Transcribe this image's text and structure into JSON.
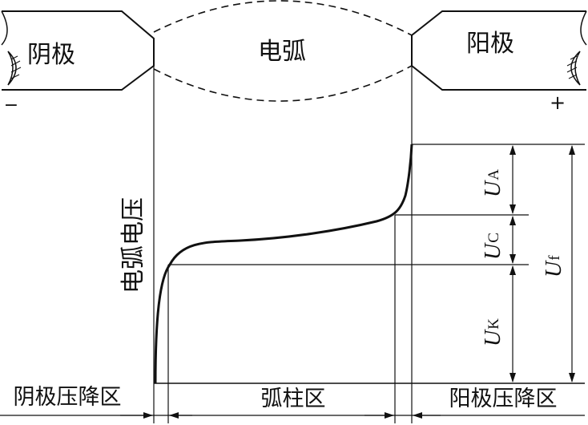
{
  "diagram": {
    "cathode_label": "阴极",
    "arc_label": "电弧",
    "anode_label": "阳极",
    "cathode_sign": "−",
    "anode_sign": "+",
    "y_axis_label": "电弧电压",
    "region_cathode_drop": "阴极压降区",
    "region_arc_column": "弧柱区",
    "region_anode_drop": "阳极压降区",
    "voltage_labels": {
      "anode": {
        "main": "U",
        "sub": "A"
      },
      "column": {
        "main": "U",
        "sub": "C"
      },
      "cathode": {
        "main": "U",
        "sub": "K"
      },
      "total": {
        "main": "U",
        "sub": "f"
      }
    }
  }
}
